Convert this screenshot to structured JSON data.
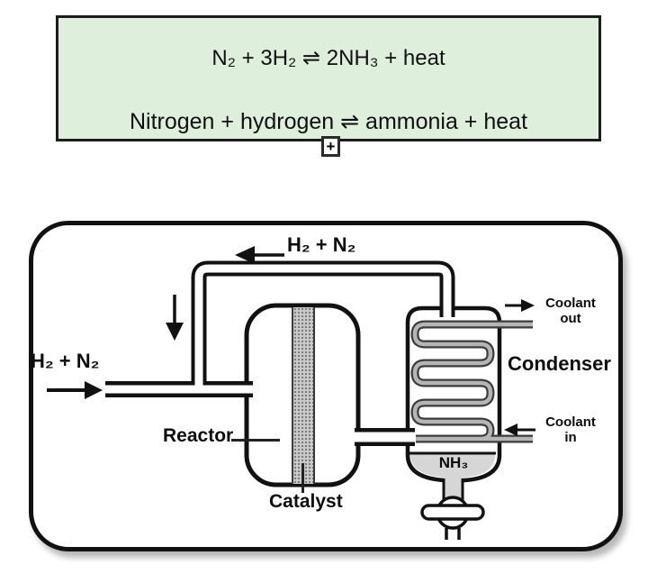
{
  "equation_panel": {
    "background_color": "#def0dc",
    "formula_equation": "N₂ + 3H₂ ⇌ 2NH₃ + heat",
    "word_equation": "Nitrogen + hydrogen ⇌ ammonia + heat",
    "expand_button_label": "+"
  },
  "diagram": {
    "recycle_stream_label": "H₂ + N₂",
    "feed_stream_label": "H₂ + N₂",
    "reactor_label": "Reactor",
    "catalyst_label": "Catalyst",
    "condenser_label": "Condenser",
    "coolant_out_label": "Coolant\nout",
    "coolant_in_label": "Coolant\nin",
    "product_label": "NH₃",
    "colors": {
      "outline": "#111111",
      "coil_tube": "#b5b5b5",
      "coil_edge": "#3c3c3c",
      "liquid": "#d6d6d6"
    }
  }
}
